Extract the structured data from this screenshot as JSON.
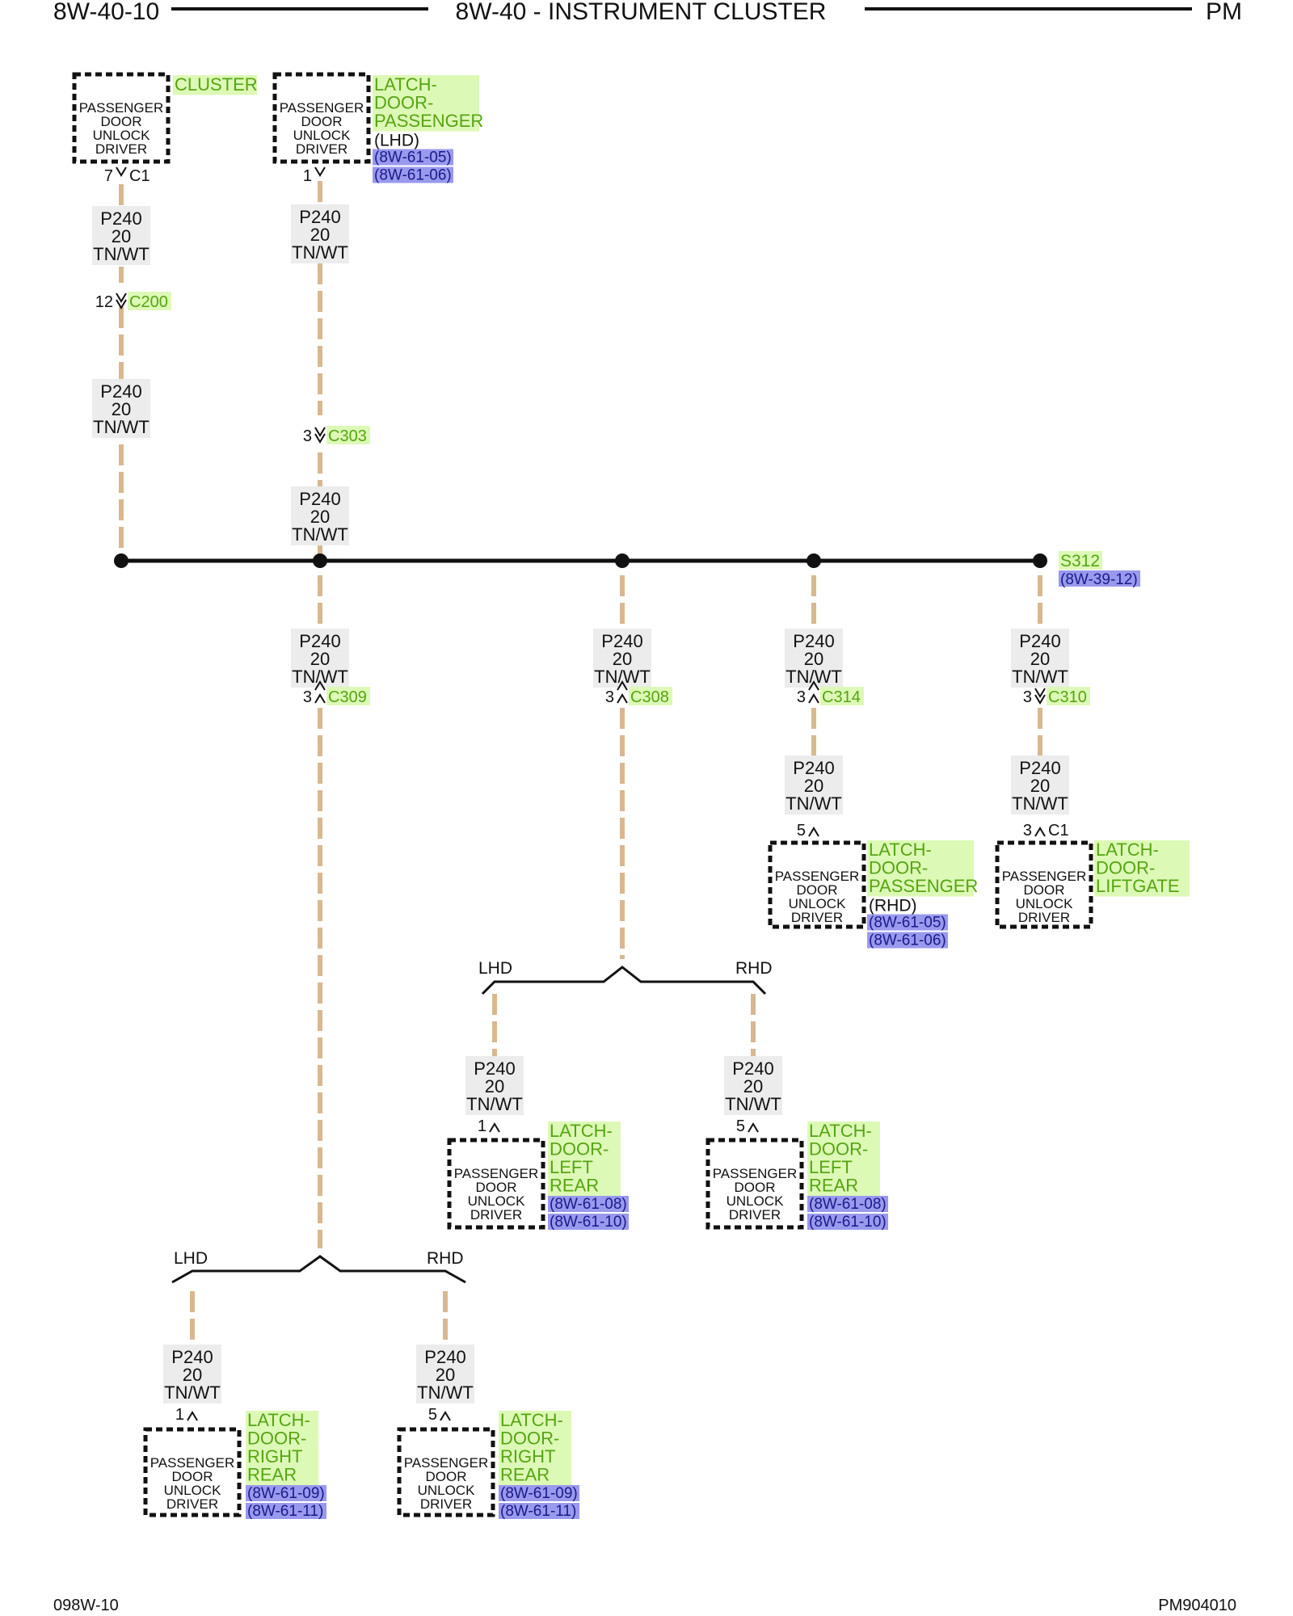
{
  "header": {
    "left": "8W-40-10",
    "center": "8W-40 - INSTRUMENT CLUSTER",
    "right": "PM"
  },
  "footer": {
    "left": "098W-10",
    "right": "PM904010"
  },
  "colors": {
    "wire": "#d8b890",
    "component_label_bg": "#ddf9b6",
    "component_label_text": "#56a513",
    "reference_bg": "#9999ee",
    "reference_text": "#1a1a8a",
    "wire_label_bg": "#ececec"
  },
  "wire": {
    "circuit": "P240",
    "gauge": "20",
    "color": "TN/WT"
  },
  "driver_lines": [
    "PASSENGER",
    "DOOR",
    "UNLOCK",
    "DRIVER"
  ],
  "branch_labels": {
    "lhd": "LHD",
    "rhd": "RHD"
  },
  "splice": {
    "name": "S312",
    "ref": "(8W-39-12)"
  },
  "connectors": [
    {
      "name": "C1",
      "pin": "7",
      "glyph": "v"
    },
    {
      "name": "C200",
      "pin": "12",
      "glyph": "v"
    },
    {
      "name": "",
      "pin": "1",
      "glyph": "v"
    },
    {
      "name": "C303",
      "pin": "3",
      "glyph": "v"
    },
    {
      "name": "C309",
      "pin": "3",
      "glyph": "^"
    },
    {
      "name": "C308",
      "pin": "3",
      "glyph": "^"
    },
    {
      "name": "C314",
      "pin": "3",
      "glyph": "^"
    },
    {
      "name": "C310",
      "pin": "3",
      "glyph": "v"
    },
    {
      "name": "",
      "pin": "5",
      "glyph": "^"
    },
    {
      "name": "C1",
      "pin": "3",
      "glyph": "^"
    },
    {
      "name": "",
      "pin": "1",
      "glyph": "^"
    },
    {
      "name": "",
      "pin": "5",
      "glyph": "^"
    },
    {
      "name": "",
      "pin": "1",
      "glyph": "^"
    },
    {
      "name": "",
      "pin": "5",
      "glyph": "^"
    }
  ],
  "components": [
    {
      "name_lines": [
        "CLUSTER"
      ],
      "note": "",
      "refs": []
    },
    {
      "name_lines": [
        "LATCH-",
        "DOOR-",
        "PASSENGER"
      ],
      "note": "(LHD)",
      "refs": [
        "(8W-61-05)",
        "(8W-61-06)"
      ]
    },
    {
      "name_lines": [
        "LATCH-",
        "DOOR-",
        "PASSENGER"
      ],
      "note": "(RHD)",
      "refs": [
        "(8W-61-05)",
        "(8W-61-06)"
      ]
    },
    {
      "name_lines": [
        "LATCH-",
        "DOOR-",
        "LIFTGATE"
      ],
      "note": "",
      "refs": []
    },
    {
      "name_lines": [
        "LATCH-",
        "DOOR-",
        "LEFT",
        "REAR"
      ],
      "note": "",
      "refs": [
        "(8W-61-08)",
        "(8W-61-10)"
      ]
    },
    {
      "name_lines": [
        "LATCH-",
        "DOOR-",
        "LEFT",
        "REAR"
      ],
      "note": "",
      "refs": [
        "(8W-61-08)",
        "(8W-61-10)"
      ]
    },
    {
      "name_lines": [
        "LATCH-",
        "DOOR-",
        "RIGHT",
        "REAR"
      ],
      "note": "",
      "refs": [
        "(8W-61-09)",
        "(8W-61-11)"
      ]
    },
    {
      "name_lines": [
        "LATCH-",
        "DOOR-",
        "RIGHT",
        "REAR"
      ],
      "note": "",
      "refs": [
        "(8W-61-09)",
        "(8W-61-11)"
      ]
    }
  ]
}
